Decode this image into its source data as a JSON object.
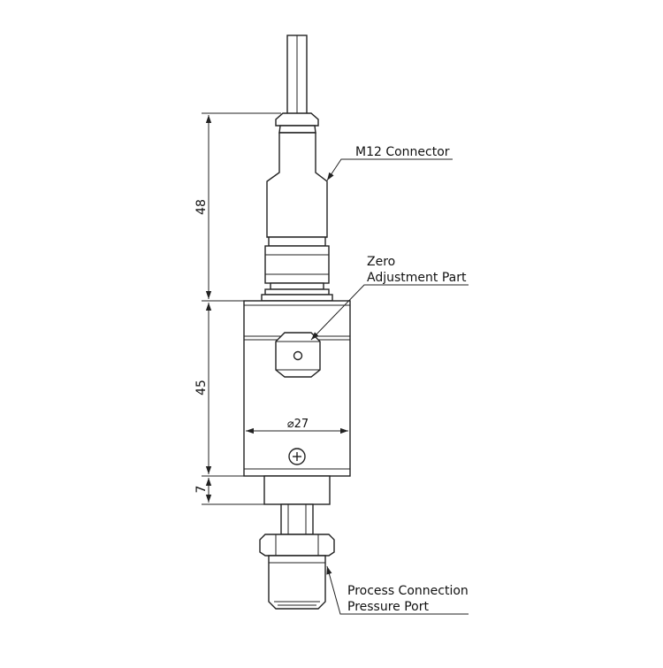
{
  "labels": {
    "m12_connector": "M12 Connector",
    "zero_line1": "Zero",
    "zero_line2": "Adjustment Part",
    "process_line1": "Process Connection",
    "process_line2": "Pressure Port"
  },
  "dimensions": {
    "connector_height": "48",
    "body_height": "45",
    "shoulder_height": "7",
    "body_diameter": "⌀27"
  }
}
